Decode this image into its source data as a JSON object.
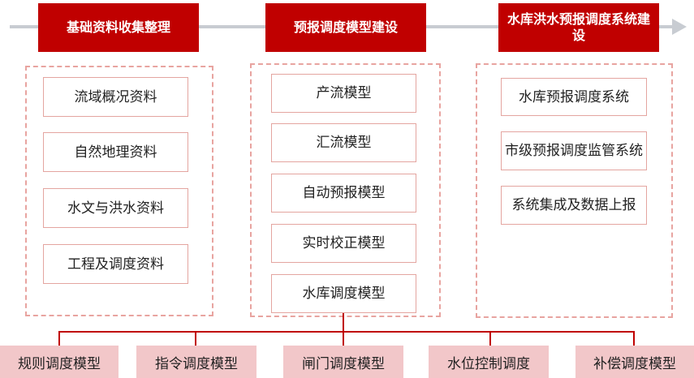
{
  "stages": [
    {
      "title": "基础资料收集整理",
      "items": [
        "流域概况资料",
        "自然地理资料",
        "水文与洪水资料",
        "工程及调度资料"
      ]
    },
    {
      "title": "预报调度模型建设",
      "items": [
        "产流模型",
        "汇流模型",
        "自动预报模型",
        "实时校正模型",
        "水库调度模型"
      ]
    },
    {
      "title": "水库洪水预报调度系统建设",
      "items": [
        "水库预报调度系统",
        "市级预报调度监管系统",
        "系统集成及数据上报"
      ]
    }
  ],
  "dispatch_models": [
    "规则调度模型",
    "指令调度模型",
    "闸门调度模型",
    "水位控制调度",
    "补偿调度模型"
  ],
  "colors": {
    "header_bg": "#c00000",
    "dashed_border": "#e8a4a0",
    "item_border": "#e4a5a0",
    "bottom_bg": "#f2c7c9",
    "arrow": "#c8ccd2"
  }
}
